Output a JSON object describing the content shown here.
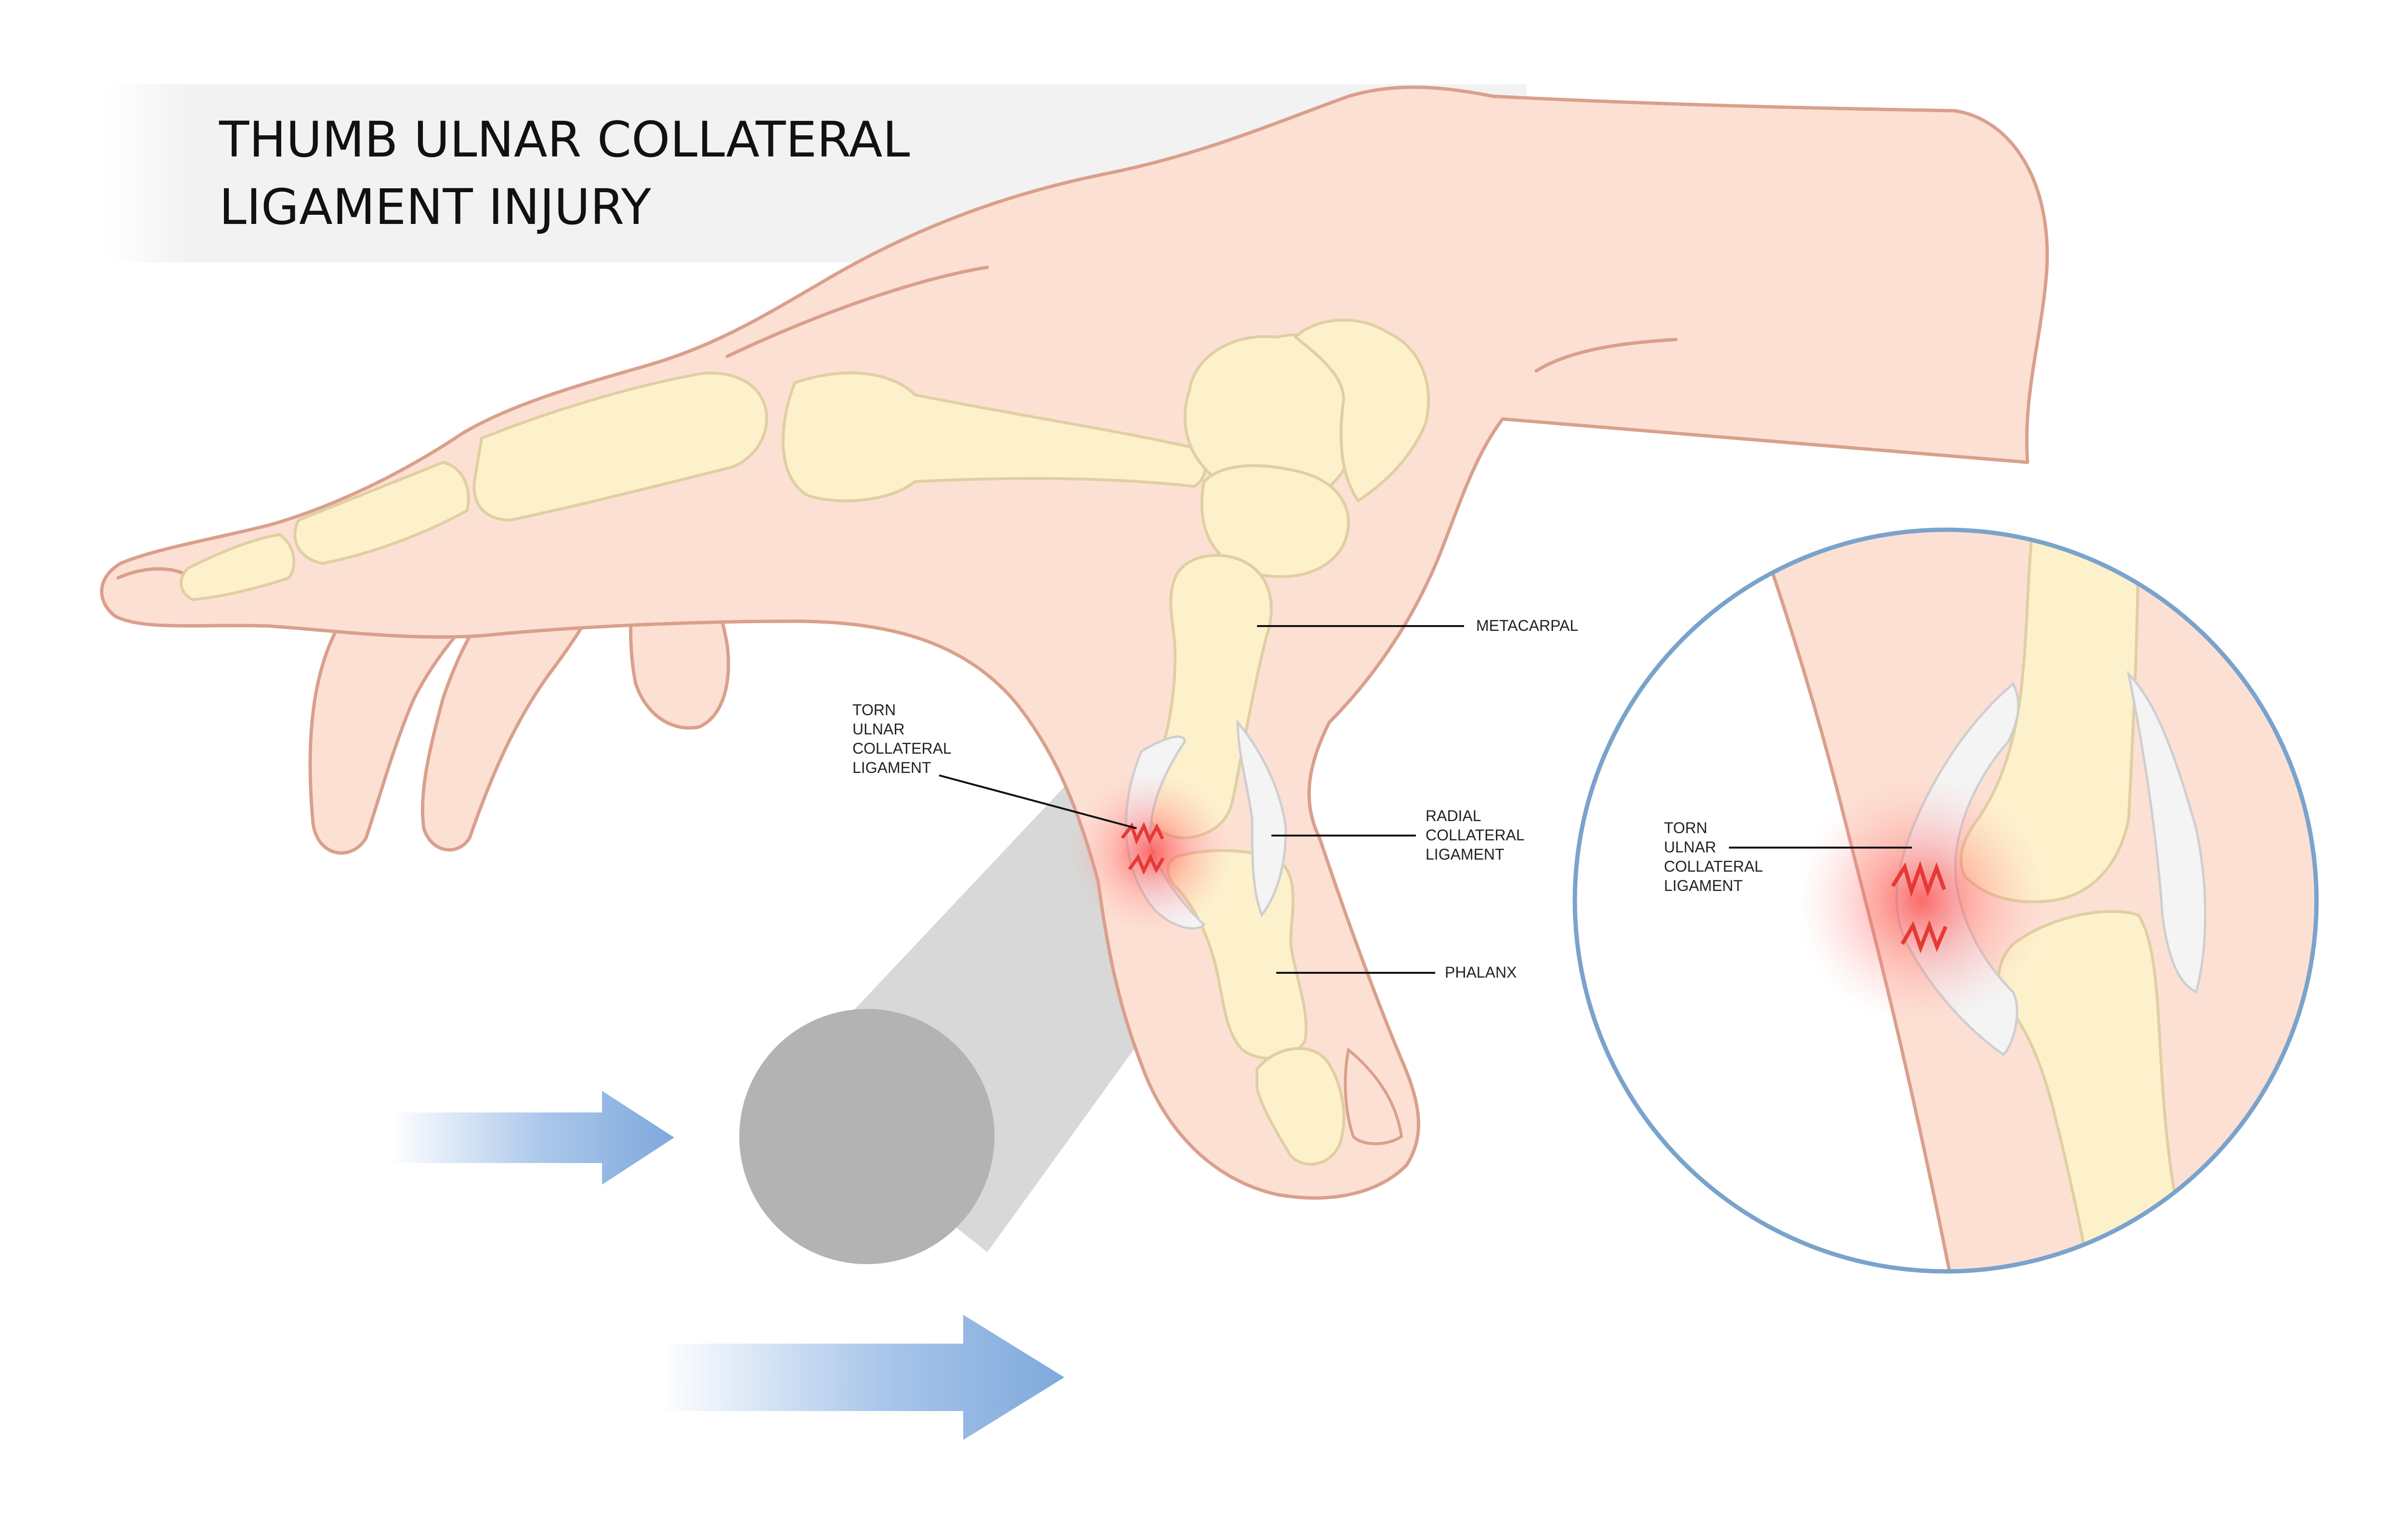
{
  "title": {
    "line1": "THUMB ULNAR COLLATERAL",
    "line2": "LIGAMENT INJURY"
  },
  "labels": {
    "metacarpal": "METACARPAL",
    "phalanx": "PHALANX",
    "radial": [
      "RADIAL",
      "COLLATERAL",
      "LIGAMENT"
    ],
    "torn": [
      "TORN",
      "ULNAR",
      "COLLATERAL",
      "LIGAMENT"
    ],
    "torn_zoom": [
      "TORN",
      "ULNAR",
      "COLLATERAL",
      "LIGAMENT"
    ]
  },
  "colors": {
    "skin": "#fde0d4",
    "skin_outline": "#d9a08c",
    "bone": "#fdf1cc",
    "bone_outline": "#e0cfa2",
    "injury": "#e53935",
    "arrow": "#7fa9dc",
    "pole": "#b3b3b3",
    "pole_shadow": "#d9d9d9",
    "zoom_ring": "#7aa3cc",
    "title_band": "#f2f2f2"
  },
  "icons": {
    "force_arrows": "arrow-right-icon",
    "object": "cylinder-pole"
  }
}
